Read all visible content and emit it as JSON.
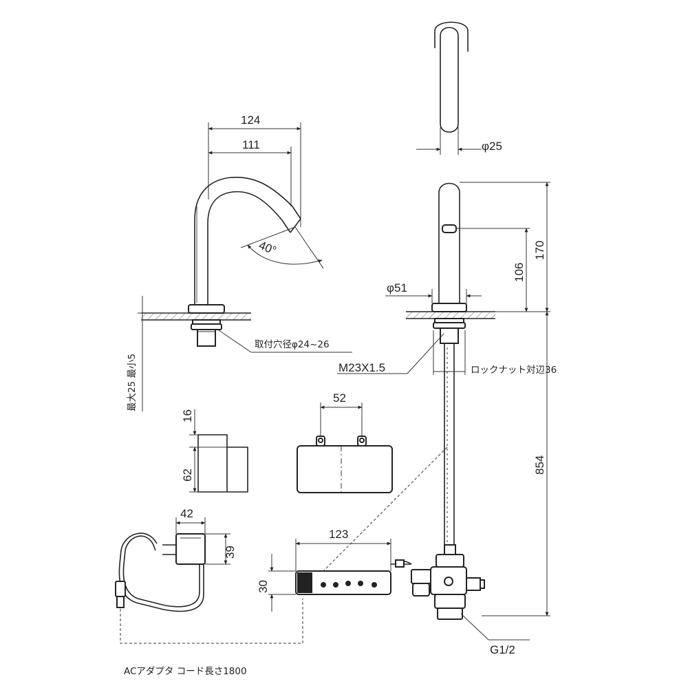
{
  "drawing": {
    "spout": {
      "dim_overall_reach": "124",
      "dim_reach": "111",
      "dim_angle": "40°",
      "mount_hole_note": "取付穴径φ24~26",
      "counter_thickness": "最大25 最小5"
    },
    "side_view": {
      "dim_pipe_dia": "φ25",
      "dim_base_dia": "φ51",
      "dim_height_total": "170",
      "dim_sensor_height": "106",
      "dim_thread": "M23X1.5",
      "dim_locknut": "ロックナット対辺36",
      "dim_hose_length": "854",
      "dim_fitting": "G1/2"
    },
    "controller": {
      "dim_width": "52",
      "dim_height": "62",
      "dim_depth": "16"
    },
    "adapter": {
      "dim_width": "42",
      "dim_height": "39",
      "note": "ACアダプタ コード長さ1800"
    },
    "control_panel": {
      "dim_width": "123",
      "dim_height": "30"
    }
  }
}
